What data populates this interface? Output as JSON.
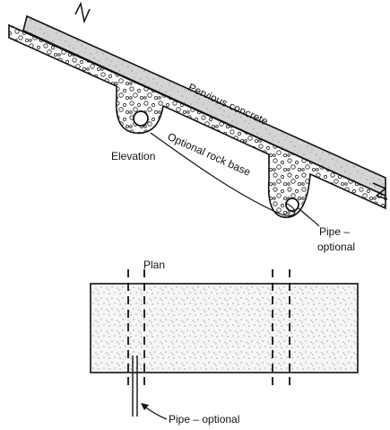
{
  "elevation_view": {
    "surface_label": "Pervious concrete",
    "base_label": "Optional rock base",
    "view_label": "Elevation",
    "pipe_label_line1": "Pipe –",
    "pipe_label_line2": "optional"
  },
  "plan_view": {
    "view_label": "Plan",
    "pipe_label": "Pipe – optional"
  },
  "colors": {
    "ink": "#111111",
    "concrete_fill": "#c8c8c8",
    "aggregate_fill": "#ffffff",
    "plan_fill": "#f7f7f7"
  }
}
